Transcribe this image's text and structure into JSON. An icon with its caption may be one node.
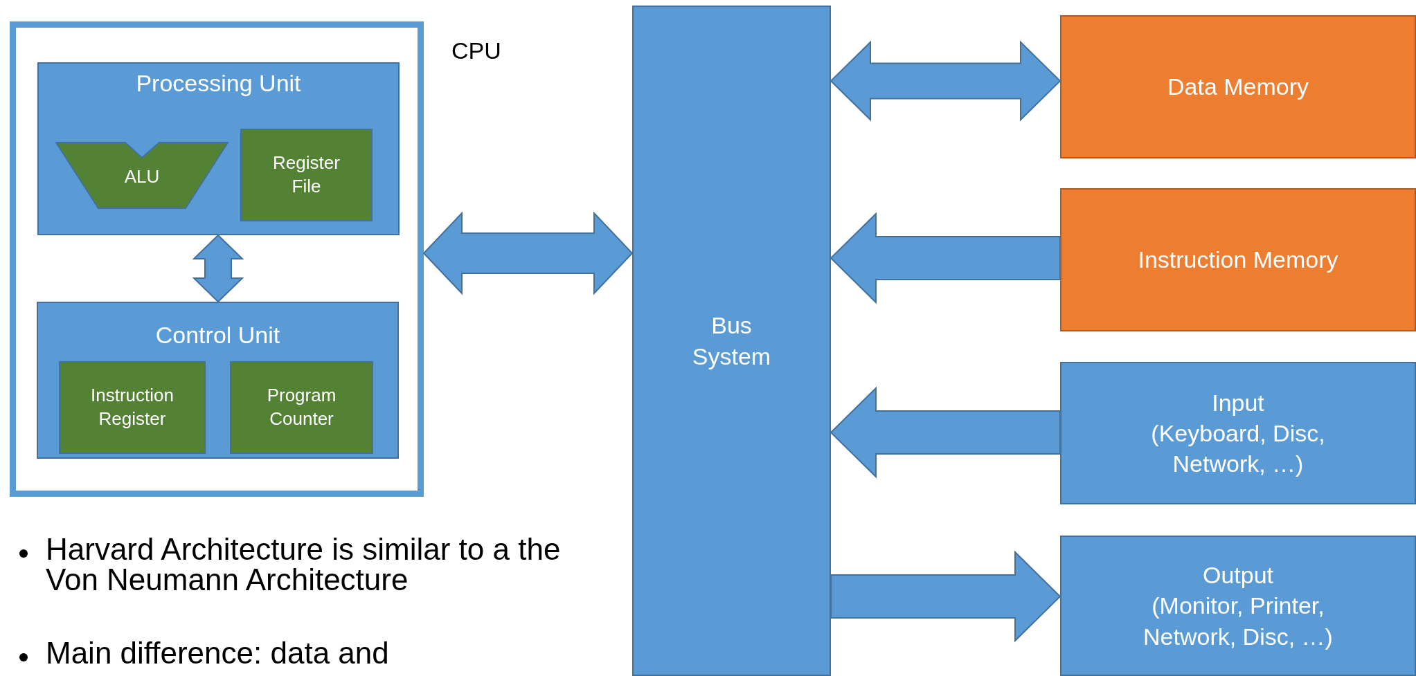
{
  "diagram": {
    "nodes": [
      {
        "text": [],
        "shape": "box",
        "beside": [
          "CPU"
        ]
      },
      {
        "text": [
          "Processing Unit"
        ],
        "in": 0
      },
      {
        "text": [
          "ALU"
        ],
        "in": 1
      },
      {
        "text": [
          "Register File"
        ],
        "in": 1
      },
      {
        "text": [
          "Control Unit"
        ],
        "in": 0
      },
      {
        "text": [
          "Instruction Register"
        ],
        "in": 4
      },
      {
        "text": [
          "Program Counter"
        ],
        "in": 4
      },
      {
        "text": [
          "Bus System"
        ]
      },
      {
        "text": [
          "Data Memory"
        ]
      },
      {
        "text": [
          "Instruction Memory"
        ]
      },
      {
        "text": [
          "Input",
          "(Keyboard, Disc, Network, …)"
        ]
      },
      {
        "text": [
          "Output",
          "(Monitor, Printer, Network, Disc, …)"
        ]
      }
    ],
    "edges": [
      {
        "from": 1,
        "to": 4,
        "arrow": "both"
      },
      {
        "from": 0,
        "to": 7,
        "arrow": "both"
      },
      {
        "from": 7,
        "to": 8,
        "arrow": "both"
      },
      {
        "from": 9,
        "to": 7,
        "arrow": "to"
      },
      {
        "from": 10,
        "to": 7,
        "arrow": "to"
      },
      {
        "from": 7,
        "to": 11,
        "arrow": "to"
      }
    ],
    "labels": [
      "Harvard Architecture is similar to a the Von Neumann Architecture",
      "Main difference: data and"
    ]
  }
}
